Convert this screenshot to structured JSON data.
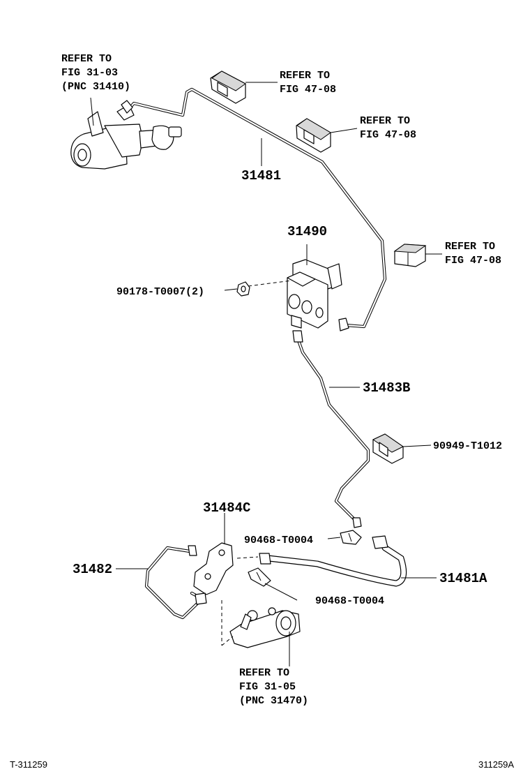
{
  "refs": {
    "master_cylinder": [
      "REFER TO",
      "FIG 31-03",
      "(PNC 31410)"
    ],
    "clip_top": [
      "REFER TO",
      "FIG 47-08"
    ],
    "clip_mid": [
      "REFER TO",
      "FIG 47-08"
    ],
    "clip_right": [
      "REFER TO",
      "FIG 47-08"
    ],
    "release_cylinder": [
      "REFER TO",
      "FIG 31-05",
      "(PNC 31470)"
    ]
  },
  "parts": {
    "p31481": "31481",
    "p31490": "31490",
    "p90178": "90178-T0007(2)",
    "p31483B": "31483B",
    "p90949": "90949-T1012",
    "p31484C": "31484C",
    "p90468_top": "90468-T0004",
    "p31482": "31482",
    "p31481A": "31481A",
    "p90468_bot": "90468-T0004"
  },
  "footer": {
    "left": "T-311259",
    "right": "311259A"
  }
}
